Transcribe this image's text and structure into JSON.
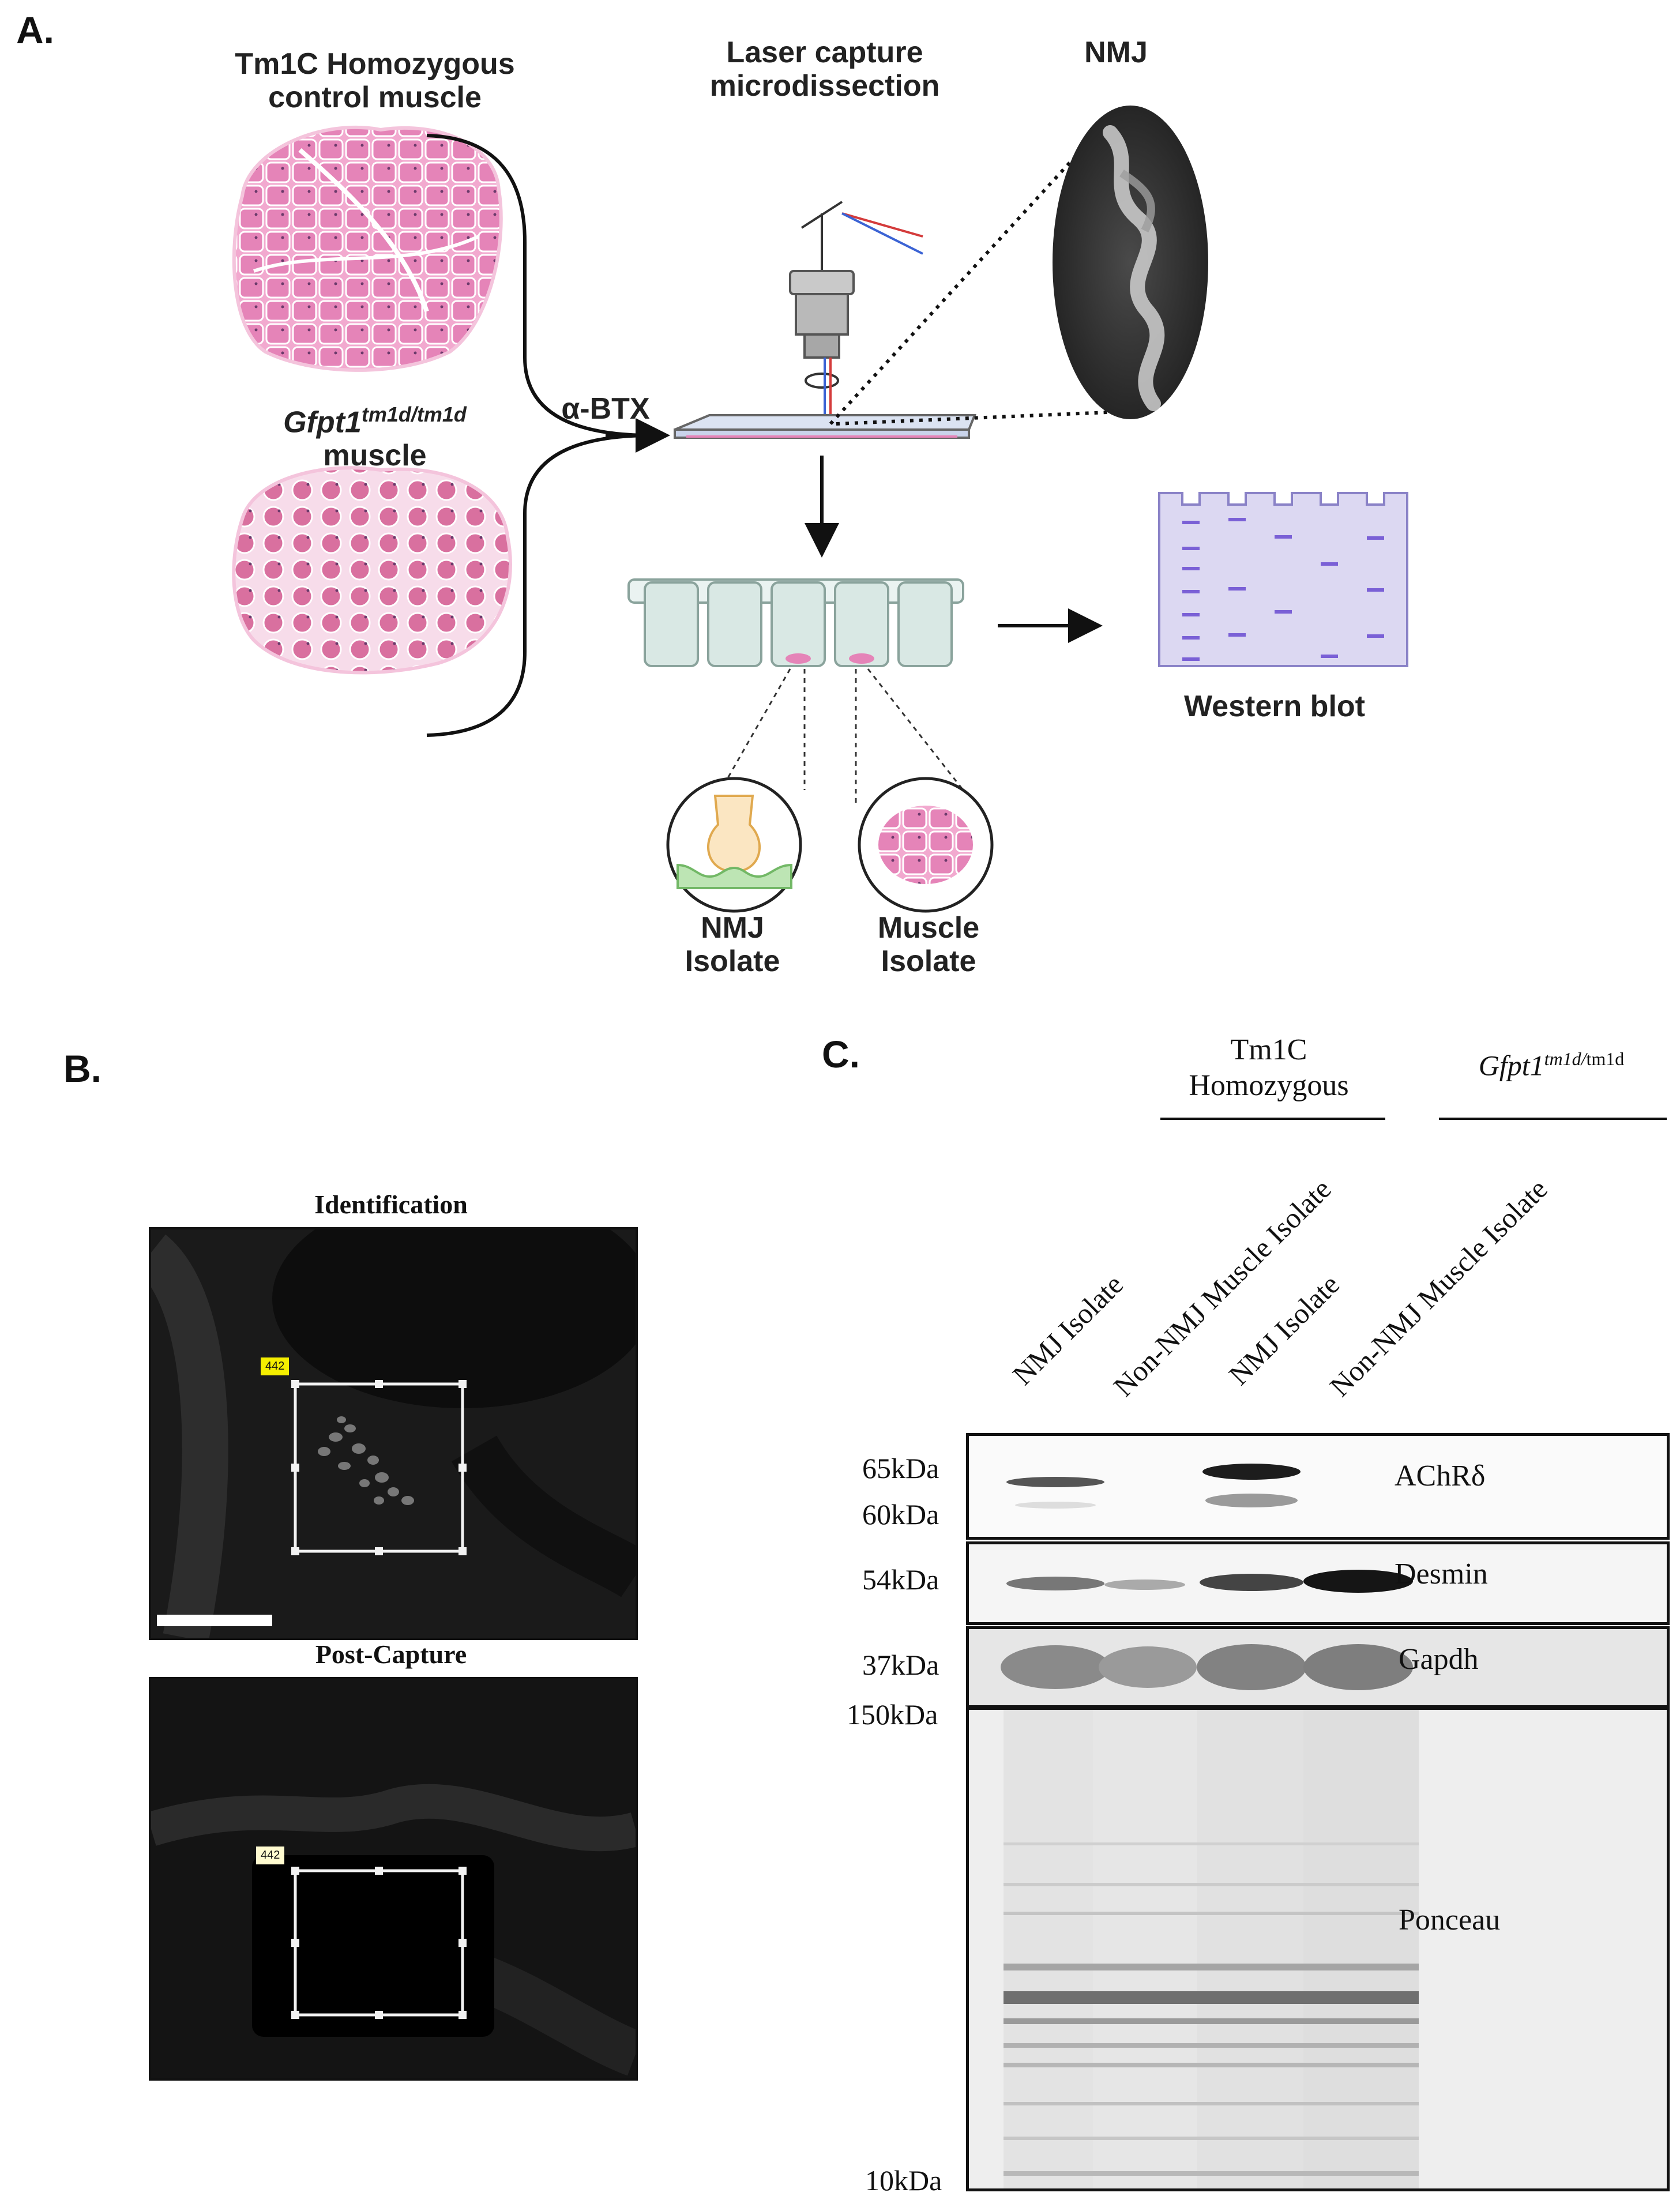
{
  "panelA": {
    "letter": "A.",
    "control_title_line1": "Tm1C Homozygous",
    "control_title_line2": "control muscle",
    "gfpt_gene": "Gfpt1",
    "gfpt_sup": "tm1d/tm1d",
    "gfpt_suffix": "muscle",
    "btx_label": "α-BTX",
    "lcm_line1": "Laser capture",
    "lcm_line2": "microdissection",
    "nmj_label": "NMJ",
    "western_label": "Western blot",
    "nmj_isolate_line1": "NMJ",
    "nmj_isolate_line2": "Isolate",
    "muscle_isolate_line1": "Muscle",
    "muscle_isolate_line2": "Isolate"
  },
  "panelB": {
    "letter": "B.",
    "top_title": "Identification",
    "bottom_title": "Post-Capture",
    "roi_tag_top": "442",
    "roi_tag_bottom": "442"
  },
  "panelC": {
    "letter": "C.",
    "group1_line1": "Tm1C",
    "group1_line2": "Homozygous",
    "group2_gene": "Gfpt1",
    "group2_sup": "tm1d/",
    "group2_rest": "tm1d",
    "lanes": [
      "NMJ Isolate",
      "Non-NMJ Muscle Isolate",
      "NMJ Isolate",
      "Non-NMJ Muscle Isolate"
    ],
    "markers": {
      "m65": "65kDa",
      "m60": "60kDa",
      "m54": "54kDa",
      "m37": "37kDa",
      "m150": "150kDa",
      "m10": "10kDa"
    },
    "proteins": [
      "AChRδ",
      "Desmin",
      "Gapdh",
      "Ponceau"
    ]
  }
}
